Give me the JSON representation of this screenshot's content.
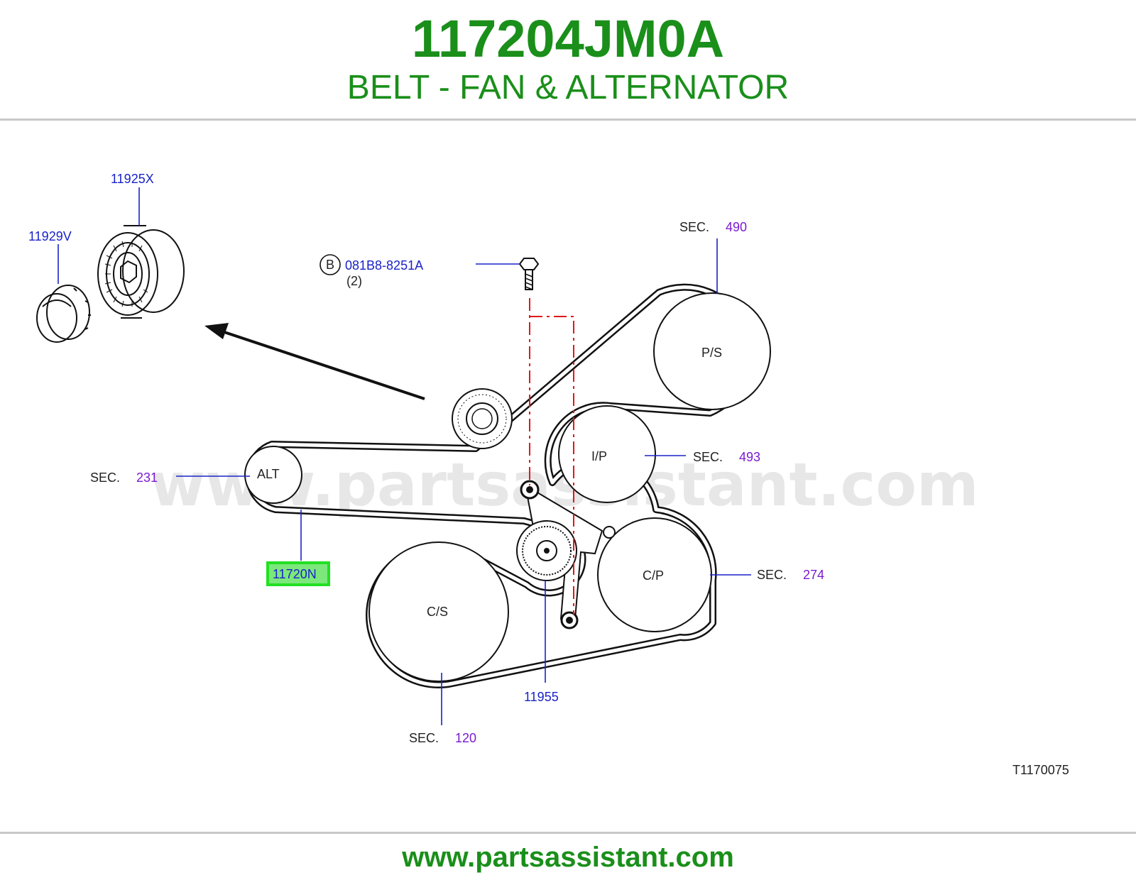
{
  "header": {
    "part_number": "117204JM0A",
    "description": "BELT - FAN & ALTERNATOR"
  },
  "diagram": {
    "watermark": "www.partsassistant.com",
    "figure_id": "T1170075",
    "sec_label": "SEC.",
    "bolt_marker": "B",
    "bolt_part": "081B8-8251A",
    "bolt_qty": "(2)",
    "part_labels": {
      "idler_pulley": "11925X",
      "idler_cap": "11929V",
      "belt": "11720N",
      "tensioner": "11955"
    },
    "sections": {
      "ps": "490",
      "ip": "493",
      "alt": "231",
      "cp": "274",
      "cs": "120"
    },
    "pulleys": {
      "ps": "P/S",
      "ip": "I/P",
      "alt": "ALT",
      "cp": "C/P",
      "cs": "C/S"
    },
    "colors": {
      "brand_green": "#1a8f1a",
      "part_blue": "#1a22c8",
      "section_purple": "#7a1ad0",
      "highlight_green": "#22e022",
      "center_line_red": "#e01818"
    }
  },
  "footer": {
    "url": "www.partsassistant.com"
  }
}
